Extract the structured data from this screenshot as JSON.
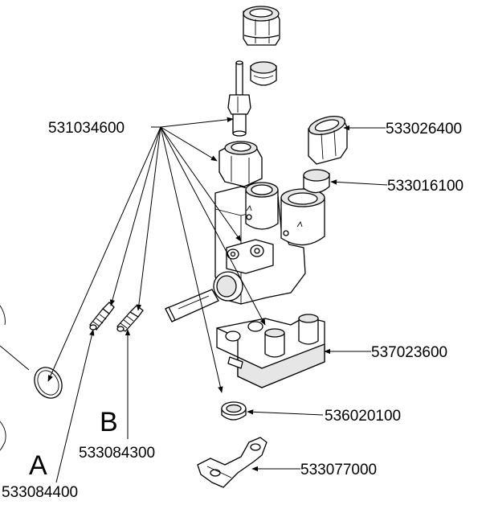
{
  "labels": {
    "code_531034600": "531034600",
    "code_533026400": "533026400",
    "code_533016100": "533016100",
    "code_537023600": "537023600",
    "code_536020100": "536020100",
    "code_533077000": "533077000",
    "code_533084300": "533084300",
    "code_533084400": "533084400",
    "letter_a": "A",
    "letter_b": "B"
  }
}
